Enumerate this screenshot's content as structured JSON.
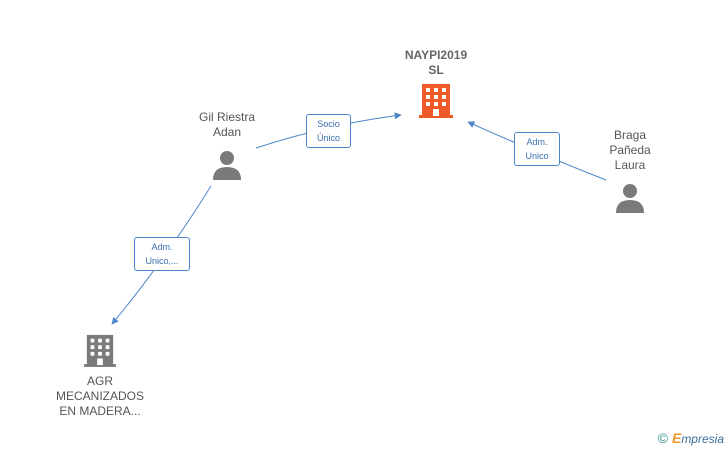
{
  "nodes": {
    "target": {
      "label": "NAYPI2019\nSL",
      "icon": "building-icon",
      "color": "#f05a28"
    },
    "gil": {
      "label": "Gil Riestra\nAdan",
      "icon": "person-icon",
      "color": "#7a7a7a"
    },
    "braga": {
      "label": "Braga\nPañeda\nLaura",
      "icon": "person-icon",
      "color": "#7a7a7a"
    },
    "agr": {
      "label": "AGR\nMECANIZADOS\nEN MADERA...",
      "icon": "building-icon",
      "color": "#7a7a7a"
    }
  },
  "edges": {
    "gil_to_target": "Socio\nÚnico",
    "braga_to_target": "Adm.\nUnico",
    "gil_to_agr": "Adm.\nUnico,..."
  },
  "colors": {
    "edge": "#4a86c8"
  },
  "footer": {
    "copyright": "©",
    "brand_first": "E",
    "brand_rest": "mpresia"
  }
}
